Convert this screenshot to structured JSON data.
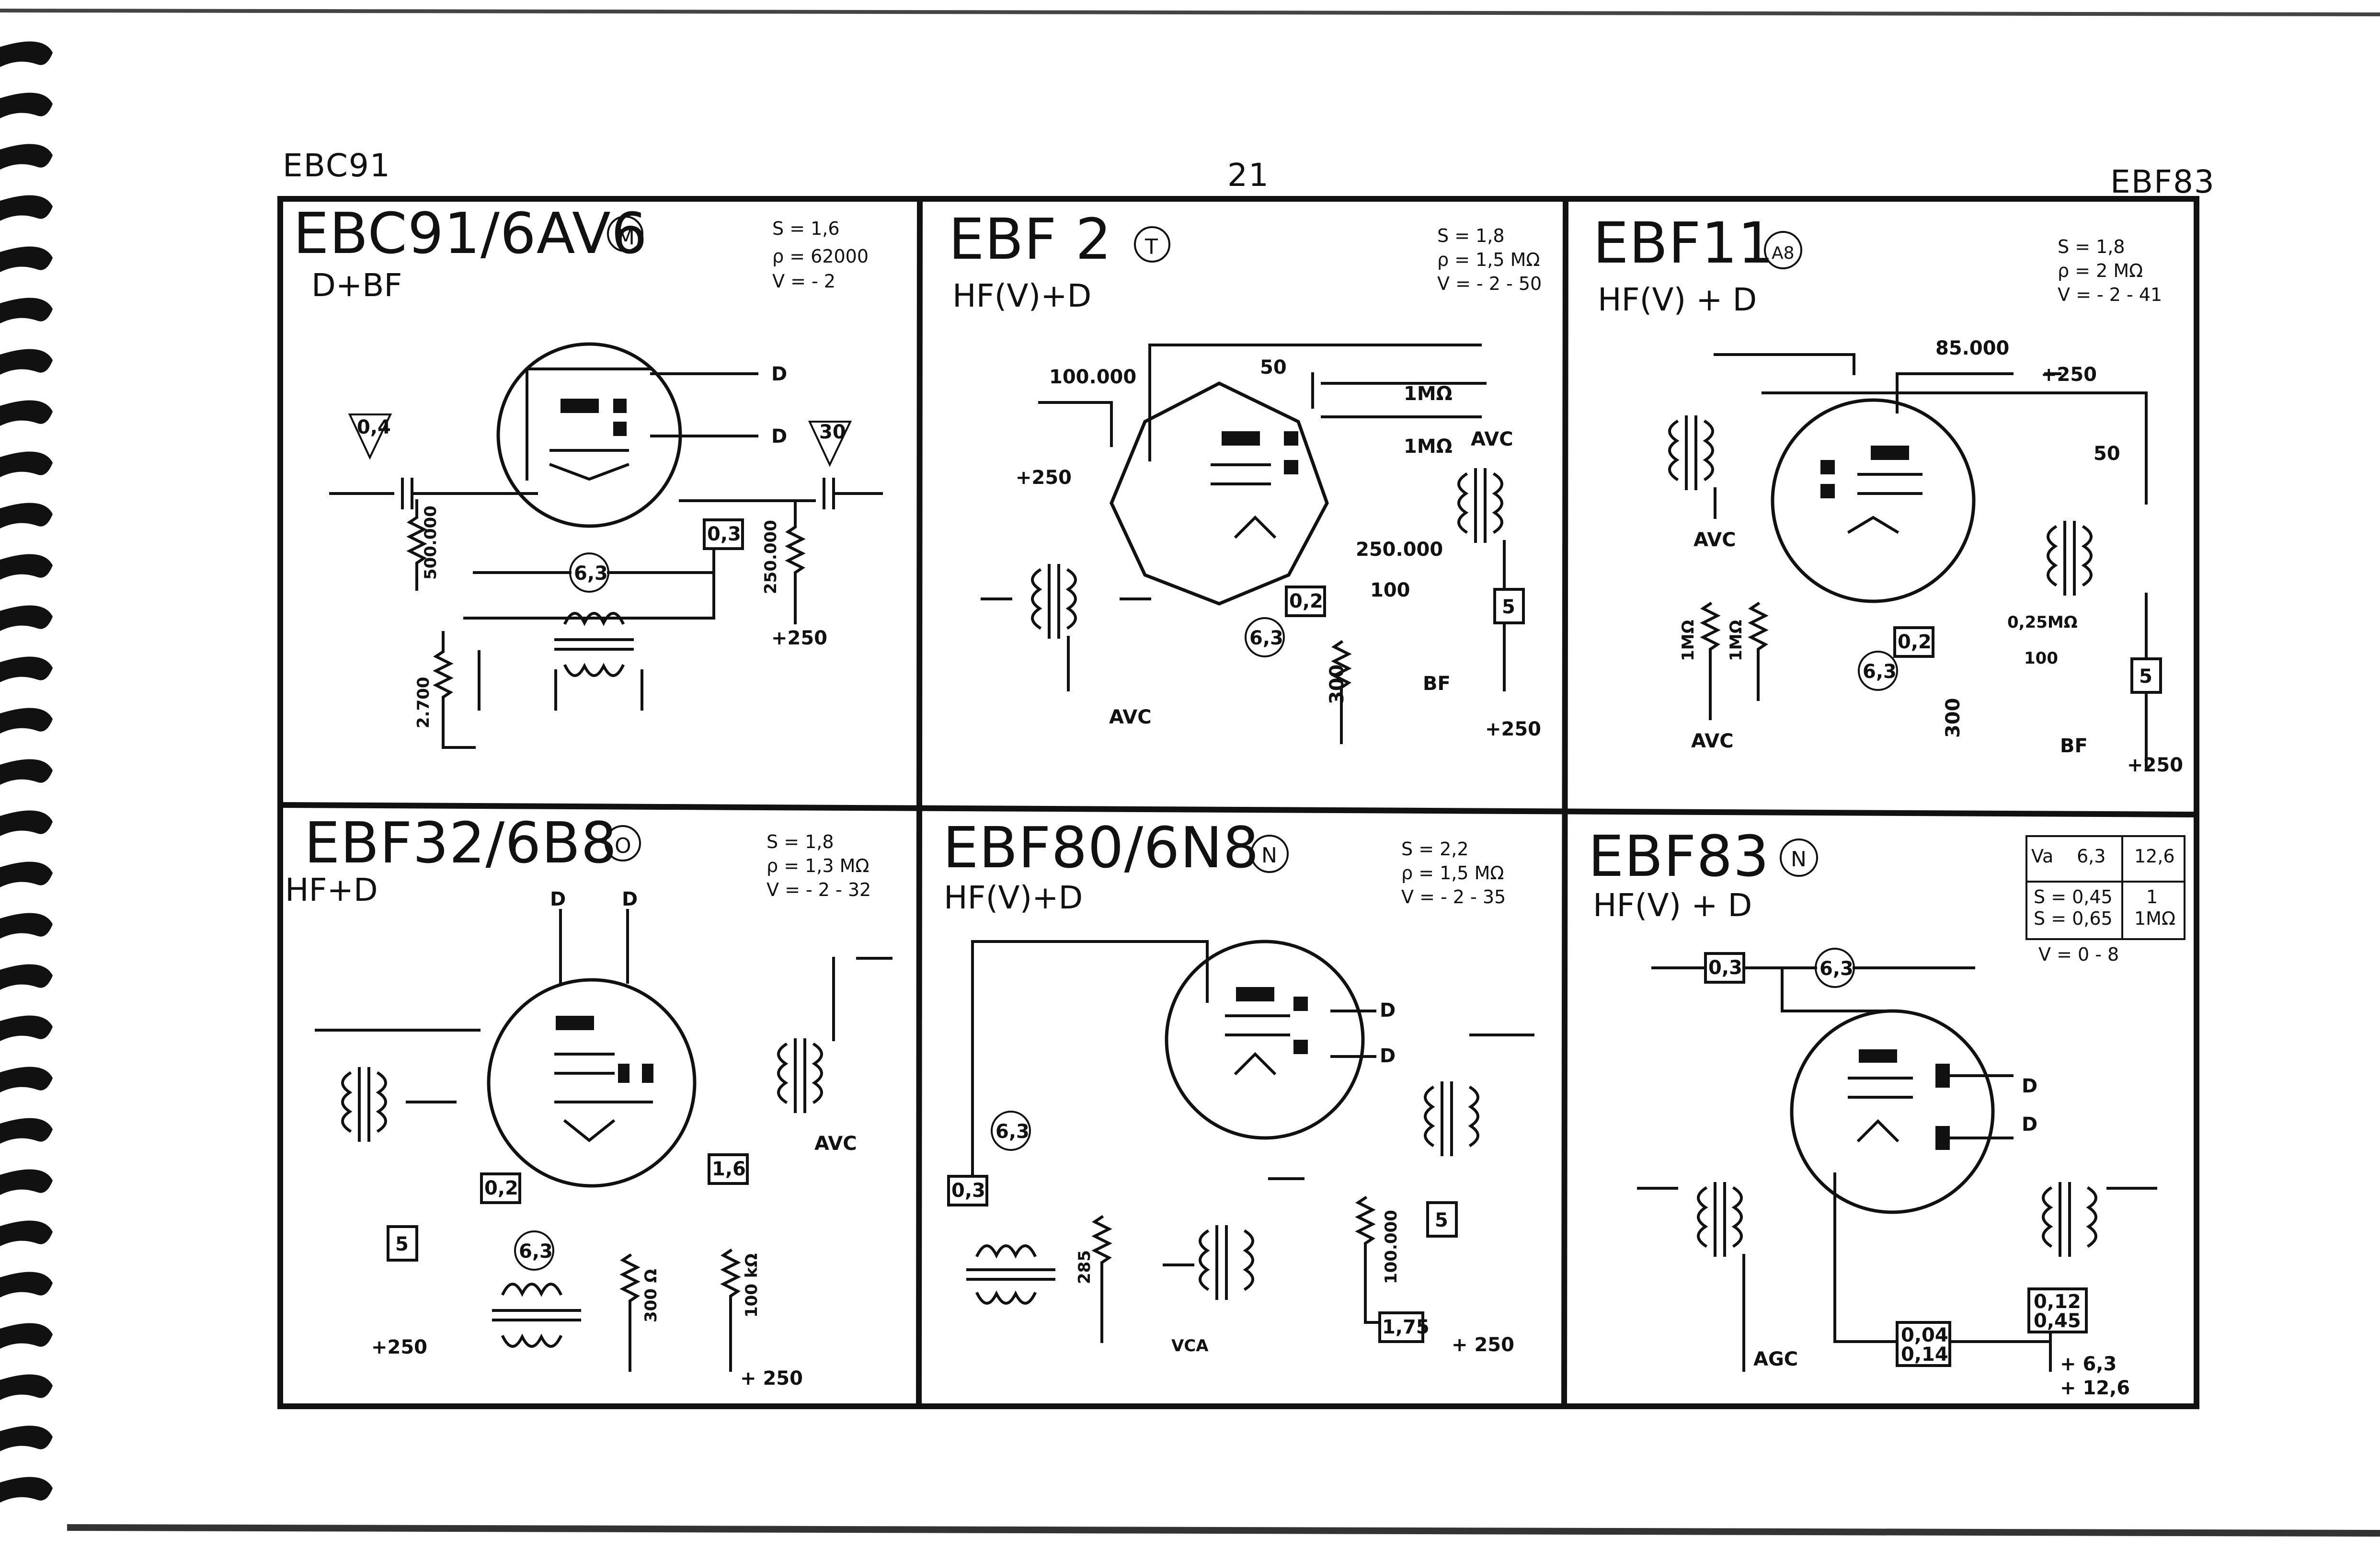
{
  "page": {
    "header_left": "EBC91",
    "page_number": "21",
    "header_right": "EBF83"
  },
  "tubes": [
    {
      "title": "EBC91/6AV6",
      "base": "M",
      "subtitle": "D+BF",
      "specs": [
        "S = 1,6",
        "ρ = 62000",
        "V = - 2"
      ],
      "labels": [
        "D",
        "D",
        "0,4",
        "30",
        "0,3",
        "6,3",
        "500.000",
        "250.000",
        "2.700",
        "+250"
      ]
    },
    {
      "title": "EBF 2",
      "base": "T",
      "subtitle": "HF(V)+D",
      "specs": [
        "S = 1,8",
        "ρ = 1,5 MΩ",
        "V = - 2 - 50"
      ],
      "labels": [
        "100.000",
        "50",
        "1MΩ",
        "1MΩ",
        "AVC",
        "+250",
        "250.000",
        "100",
        "0,2",
        "6,3",
        "300",
        "BF",
        "5",
        "+250",
        "AVC"
      ]
    },
    {
      "title": "EBF11",
      "base": "A8",
      "subtitle": "HF(V) + D",
      "specs": [
        "S = 1,8",
        "ρ = 2 MΩ",
        "V = - 2 - 41"
      ],
      "labels": [
        "85.000",
        "+250",
        "50",
        "AVC",
        "1MΩ",
        "1MΩ",
        "AVC",
        "6,3",
        "0,2",
        "0,25MΩ",
        "100",
        "300",
        "BF",
        "5",
        "+250"
      ]
    },
    {
      "title": "EBF32/6B8",
      "base": "O",
      "subtitle": "HF+D",
      "specs": [
        "S = 1,8",
        "ρ = 1,3 MΩ",
        "V = - 2 - 32"
      ],
      "labels": [
        "D",
        "D",
        "0,2",
        "6,3",
        "5",
        "+250",
        "300 Ω",
        "1,6",
        "100 kΩ",
        "+ 250",
        "AVC"
      ]
    },
    {
      "title": "EBF80/6N8",
      "base": "N",
      "subtitle": "HF(V)+D",
      "specs": [
        "S = 2,2",
        "ρ = 1,5 MΩ",
        "V = - 2 - 35"
      ],
      "labels": [
        "D",
        "D",
        "6,3",
        "0,3",
        "285",
        "VCA",
        "100.000",
        "5",
        "1,75",
        "+ 250"
      ]
    },
    {
      "title": "EBF83",
      "base": "N",
      "subtitle": "HF(V) + D",
      "specs": [],
      "table": {
        "va_label": "Va",
        "col1": [
          "6,3",
          "S = 0,45",
          "S = 0,65"
        ],
        "col2": [
          "12,6",
          "1",
          "1MΩ"
        ],
        "footer": "V = 0 - 8"
      },
      "labels": [
        "0,3",
        "6,3",
        "D",
        "D",
        "AGC",
        "0,04",
        "0,14",
        "0,12",
        "0,45",
        "+ 6,3",
        "+ 12,6"
      ]
    }
  ]
}
